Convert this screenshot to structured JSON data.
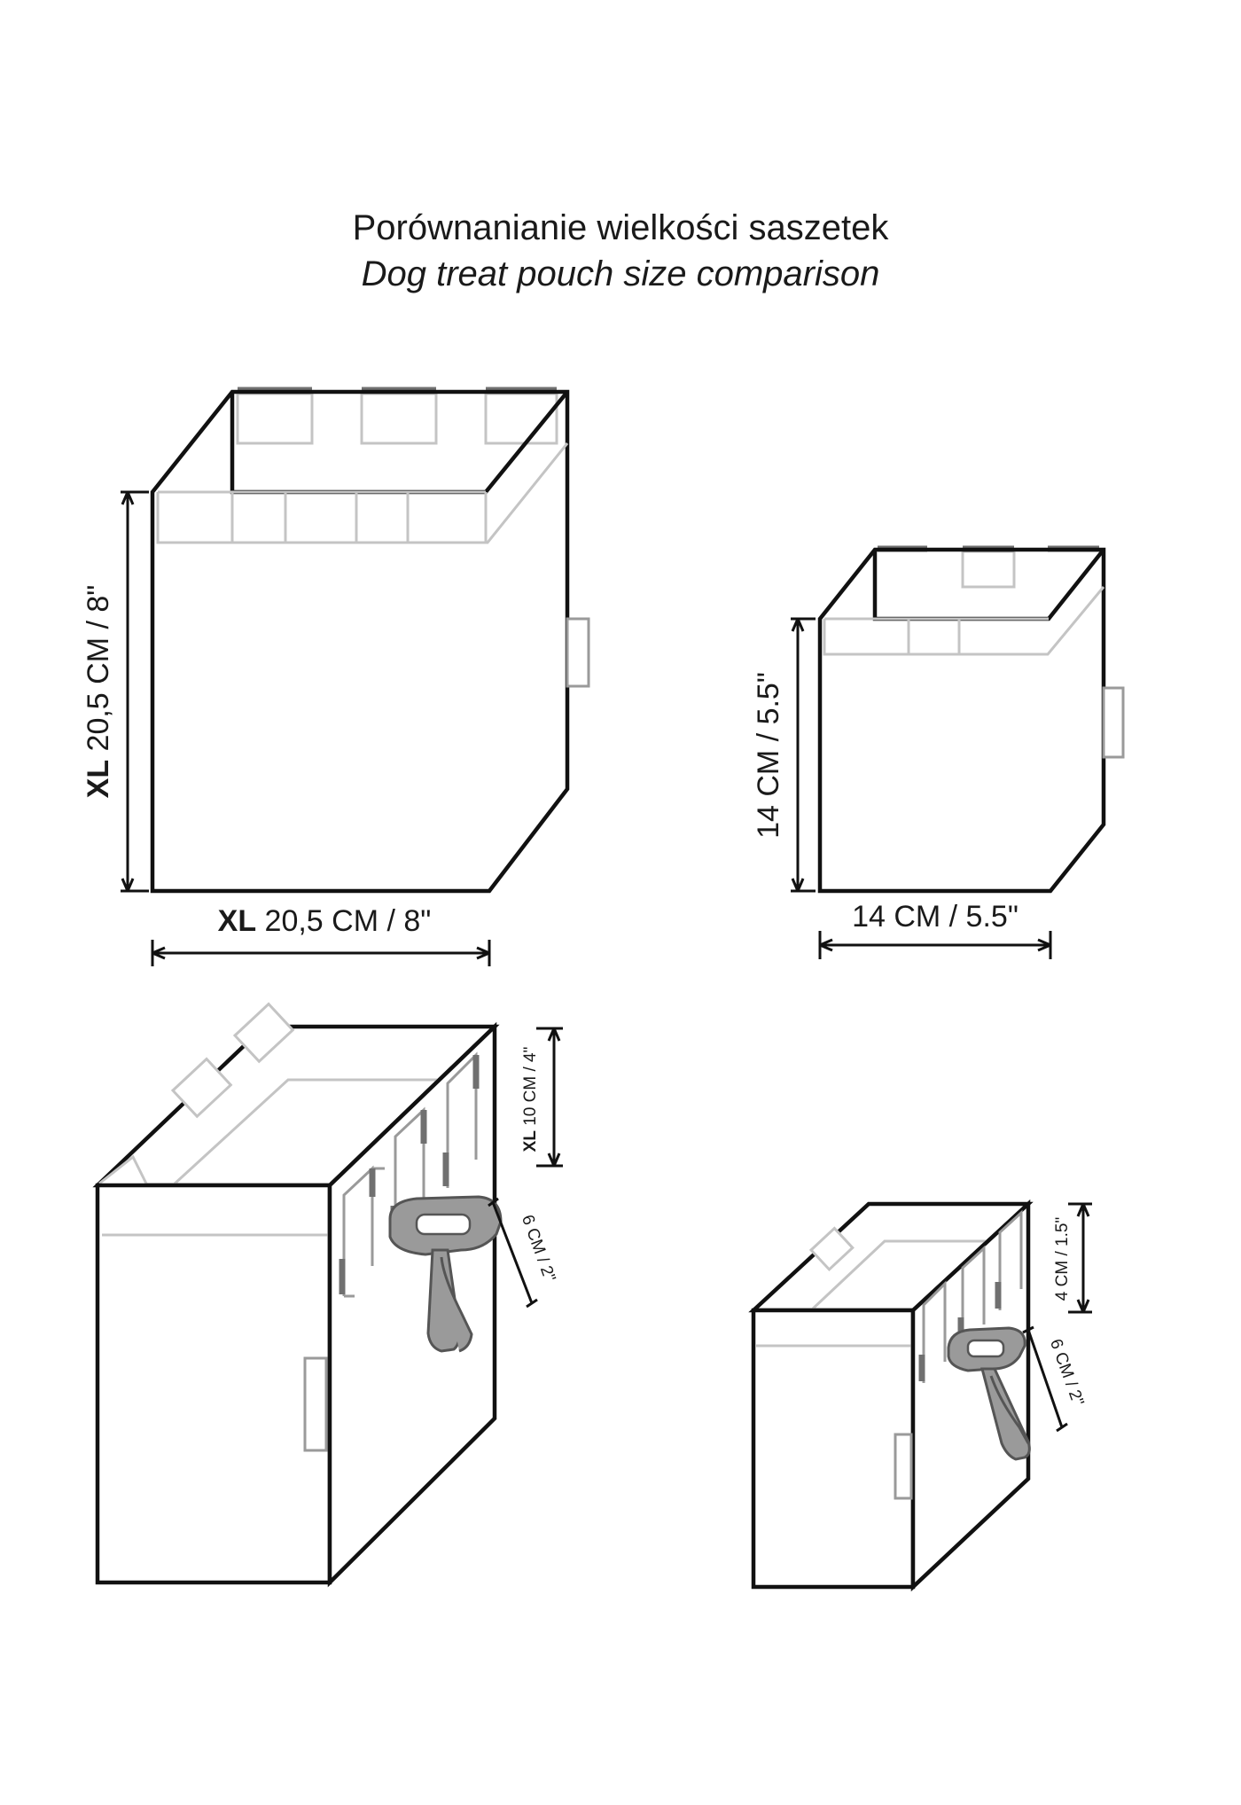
{
  "header": {
    "title": "Porównanianie wielkości saszetek",
    "subtitle": "Dog treat pouch size comparison"
  },
  "front_views": {
    "xl": {
      "height_prefix": "XL",
      "height_label": " 20,5 CM / 8\"",
      "width_prefix": "XL",
      "width_label": " 20,5 CM / 8\""
    },
    "standard": {
      "height_label": "14 CM / 5.5\"",
      "width_label": "14 CM / 5.5\""
    }
  },
  "side_views": {
    "xl": {
      "strap_prefix": "XL",
      "strap_label": " 10 CM / 4\"",
      "clip_label": "6 CM / 2\""
    },
    "standard": {
      "strap_label": "4 CM / 1.5\"",
      "clip_label": "6 CM / 2\""
    }
  },
  "colors": {
    "outline": "#111111",
    "light_gray": "#c4c4c4",
    "mid_gray": "#9a9a9a",
    "dark_gray": "#707070"
  }
}
